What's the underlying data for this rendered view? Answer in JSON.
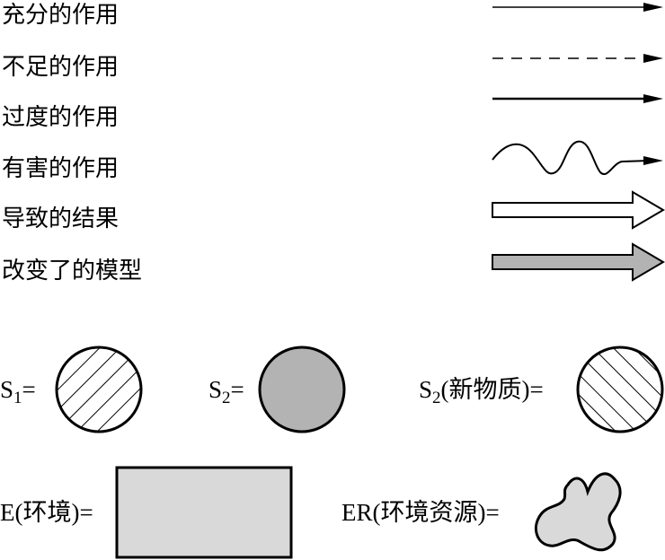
{
  "legend": [
    {
      "label": "充分的作用",
      "line": "solid"
    },
    {
      "label": "不足的作用",
      "line": "dashed"
    },
    {
      "label": "过度的作用",
      "line": "thick"
    },
    {
      "label": "有害的作用",
      "line": "wavy"
    },
    {
      "label": "导致的结果",
      "line": "hollow-arrow"
    },
    {
      "label": "改变了的模型",
      "line": "filled-arrow"
    }
  ],
  "substances": {
    "s1": {
      "letter": "S",
      "sub": "1",
      "suffix": "=",
      "pattern": "hatch-backslash"
    },
    "s2": {
      "letter": "S",
      "sub": "2",
      "suffix": "=",
      "pattern": "solid-gray"
    },
    "s2_new": {
      "letter": "S",
      "sub": "2",
      "suffix": "(新物质)=",
      "pattern": "hatch-slash"
    }
  },
  "environment": {
    "e": {
      "label": "E(环境)=",
      "shape": "rectangle"
    },
    "er": {
      "label": "ER(环境资源)=",
      "shape": "blob"
    }
  },
  "colors": {
    "ink": "#000000",
    "gray_fill": "#b3b3b3",
    "light_fill": "#d9d9d9",
    "hollow_fill": "#ffffff"
  }
}
